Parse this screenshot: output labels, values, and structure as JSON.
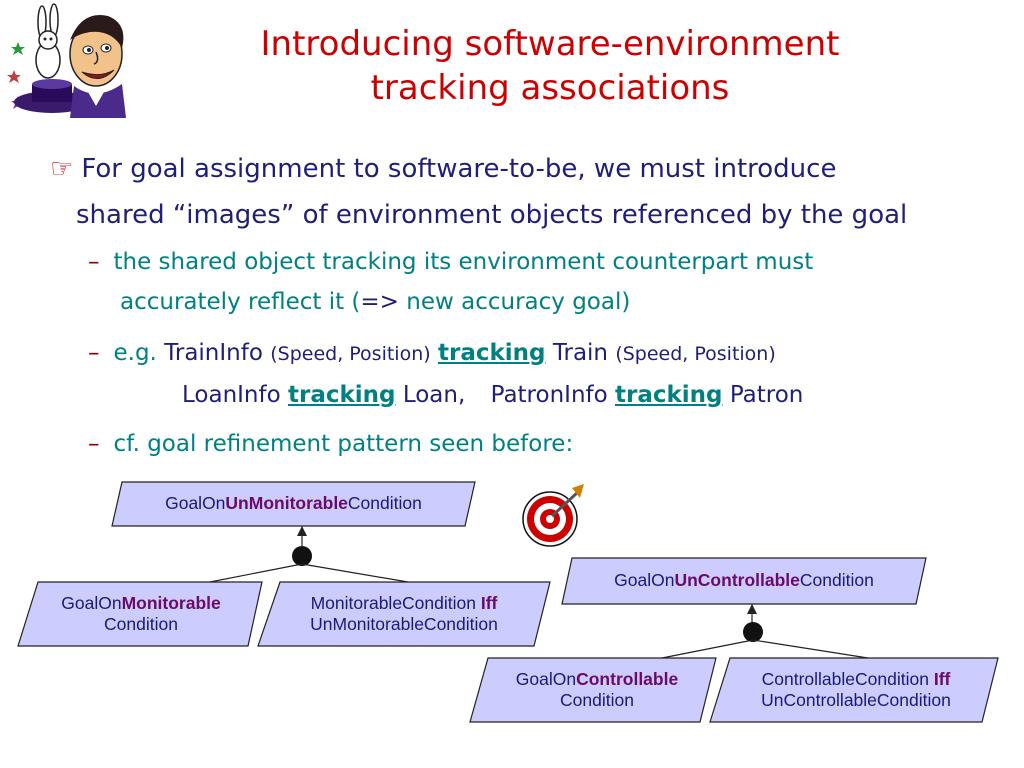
{
  "slide": {
    "title_line1": "Introducing software-environment",
    "title_line2": "tracking associations",
    "bullet_icon": "☞",
    "bullet": {
      "line1": "For goal assignment to software-to-be, we must introduce",
      "line2": "shared “images” of environment objects referenced by the goal"
    },
    "sub1": {
      "dash": "–",
      "line1": "the shared object tracking its environment counterpart must",
      "line2_a": "accurately reflect it  (",
      "line2_arrow": "=>",
      "line2_b": "  new accuracy goal)"
    },
    "sub2": {
      "dash": "–",
      "eg": "e.g.",
      "traininfo": "TrainInfo",
      "args1": "(Speed, Position)",
      "tracking": "tracking",
      "train": "Train",
      "args2": "(Speed, Position)",
      "loaninfo": "LoanInfo",
      "loan": "Loan,",
      "patroninfo": "PatronInfo",
      "patron": "Patron"
    },
    "sub3": {
      "dash": "–",
      "text": "cf. goal refinement pattern seen before:"
    }
  },
  "diagram": {
    "top_left": {
      "pre": "GoalOn",
      "kw": "UnMonitorable",
      "post": "Condition"
    },
    "child_ll": {
      "pre": "GoalOn",
      "kw": "Monitorable",
      "line2": "Condition"
    },
    "child_lr": {
      "line1": "MonitorableCondition ",
      "kw": "Iff",
      "line2": "UnMonitorableCondition"
    },
    "top_right": {
      "pre": "GoalOn",
      "kw": "UnControllable",
      "post": "Condition"
    },
    "child_rl": {
      "pre": "GoalOn",
      "kw": "Controllable",
      "line2": "Condition"
    },
    "child_rr": {
      "line1": "ControllableCondition ",
      "kw": "Iff",
      "line2": "UnControllableCondition"
    }
  },
  "icons": [
    "magician-illustration",
    "target-icon",
    "pointing-hand-icon"
  ],
  "colors": {
    "title": "#cc0000",
    "body_text": "#1f1f7a",
    "sub_text": "#008080",
    "box_fill": "#ccccff",
    "keyword": "#6a0a6a"
  }
}
